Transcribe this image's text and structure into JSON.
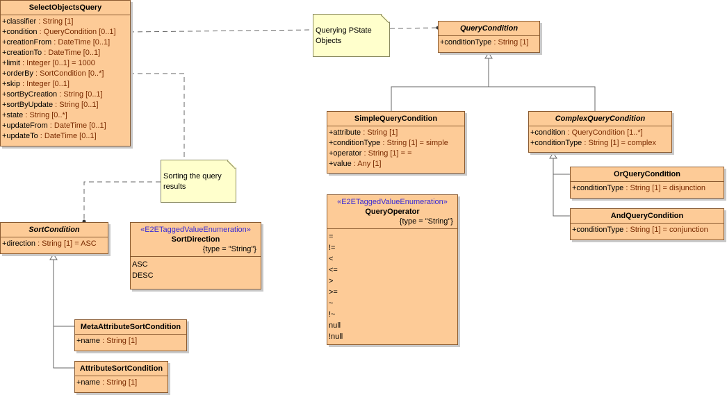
{
  "classes": {
    "select_objects_query": {
      "name": "SelectObjectsQuery",
      "attributes": [
        {
          "name": "+classifier",
          "type": " : String [1]"
        },
        {
          "name": "+condition",
          "type": " : QueryCondition [0..1]"
        },
        {
          "name": "+creationFrom",
          "type": " : DateTime [0..1]"
        },
        {
          "name": "+creationTo",
          "type": " : DateTime [0..1]"
        },
        {
          "name": "+limit",
          "type": " : Integer [0..1] = 1000"
        },
        {
          "name": "+orderBy",
          "type": " : SortCondition [0..*]"
        },
        {
          "name": "+skip",
          "type": " : Integer [0..1]"
        },
        {
          "name": "+sortByCreation",
          "type": " : String [0..1]"
        },
        {
          "name": "+sortByUpdate",
          "type": " : String [0..1]"
        },
        {
          "name": "+state",
          "type": " : String [0..*]"
        },
        {
          "name": "+updateFrom",
          "type": " : DateTime [0..1]"
        },
        {
          "name": "+updateTo",
          "type": " : DateTime [0..1]"
        }
      ]
    },
    "query_condition": {
      "name": "QueryCondition",
      "attributes": [
        {
          "name": "+conditionType",
          "type": " : String [1]"
        }
      ]
    },
    "simple_query_condition": {
      "name": "SimpleQueryCondition",
      "attributes": [
        {
          "name": "+attribute",
          "type": " : String [1]"
        },
        {
          "name": "+conditionType",
          "type": " : String [1] = simple"
        },
        {
          "name": "+operator",
          "type": " : String [1] = ="
        },
        {
          "name": "+value",
          "type": " : Any [1]"
        }
      ]
    },
    "complex_query_condition": {
      "name": "ComplexQueryCondition",
      "attributes": [
        {
          "name": "+condition",
          "type": " : QueryCondition [1..*]"
        },
        {
          "name": "+conditionType",
          "type": " : String [1] = complex"
        }
      ]
    },
    "or_query_condition": {
      "name": "OrQueryCondition",
      "attributes": [
        {
          "name": "+conditionType",
          "type": " : String [1] = disjunction"
        }
      ]
    },
    "and_query_condition": {
      "name": "AndQueryCondition",
      "attributes": [
        {
          "name": "+conditionType",
          "type": " : String [1] = conjunction"
        }
      ]
    },
    "sort_condition": {
      "name": "SortCondition",
      "attributes": [
        {
          "name": "+direction",
          "type": " : String [1] = ASC"
        }
      ]
    },
    "meta_attribute_sort_condition": {
      "name": "MetaAttributeSortCondition",
      "attributes": [
        {
          "name": "+name",
          "type": " : String [1]"
        }
      ]
    },
    "attribute_sort_condition": {
      "name": "AttributeSortCondition",
      "attributes": [
        {
          "name": "+name",
          "type": " : String [1]"
        }
      ]
    }
  },
  "enums": {
    "sort_direction": {
      "stereotype": "«E2ETaggedValueEnumeration»",
      "name": "SortDirection",
      "tagged_value": "{type = \"String\"}",
      "literals": [
        "ASC",
        "DESC"
      ]
    },
    "query_operator": {
      "stereotype": "«E2ETaggedValueEnumeration»",
      "name": "QueryOperator",
      "tagged_value": "{type = \"String\"}",
      "literals": [
        "=",
        "!=",
        "<",
        "<=",
        ">",
        ">=",
        "~",
        "!~",
        "null",
        "!null"
      ]
    }
  },
  "notes": {
    "querying": {
      "line1": "Querying PState",
      "line2": "Objects"
    },
    "sorting": {
      "line1": "Sorting the query",
      "line2": "results"
    }
  },
  "colors": {
    "class_fill": "#fdcb97",
    "class_border": "#8a5a30",
    "note_fill": "#ffffcc",
    "stereotype_text": "#3a2bd6",
    "type_text": "#7a2a00",
    "connector": "#666666"
  }
}
